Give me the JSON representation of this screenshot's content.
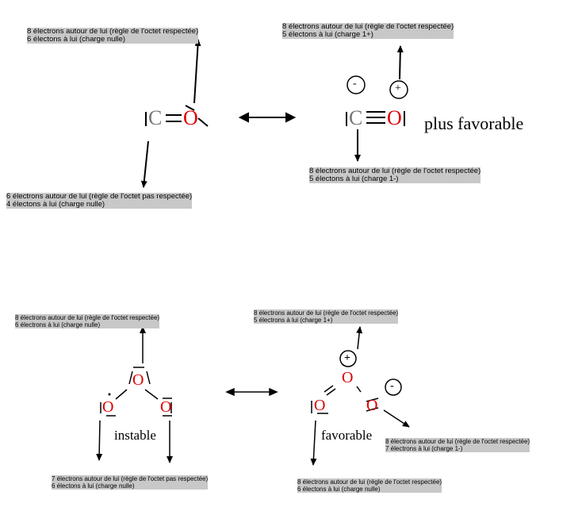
{
  "co_left": {
    "note_top": {
      "line1": "8 électrons autour de lui (règle de l'octet respectée)",
      "line2": "6 électons à lui (charge nulle)"
    },
    "note_bottom": {
      "line1": "6 électrons autour de lui (règle de l'octet pas respectée)",
      "line2": "4 électons à lui (charge nulle)"
    },
    "atom_c": "C",
    "atom_o": "O"
  },
  "co_right": {
    "note_top": {
      "line1": "8 électrons autour de lui (règle de l'octet respectée)",
      "line2": "5 électons à lui (charge 1+)"
    },
    "note_bottom": {
      "line1": "8 électrons autour de lui (règle de l'octet respectée)",
      "line2": "5 électons à lui (charge 1-)"
    },
    "atom_c": "C",
    "atom_o": "O",
    "charge_minus": "-",
    "charge_plus": "+",
    "label": "plus favorable"
  },
  "o3_left": {
    "note_top": {
      "line1": "8 électrons autour de lui (règle de l'octet respectée)",
      "line2": "6 électrons à lui (charge nulle)"
    },
    "note_bottom": {
      "line1": "7 électrons autour de lui (règle de l'octet pas respectée)",
      "line2": "6 électons à lui (charge nulle)"
    },
    "atom_center": "O",
    "atom_left": "O",
    "atom_right": "O",
    "label": "instable"
  },
  "o3_right": {
    "note_top": {
      "line1": "8 électrons autour de lui (règle de l'octet respectée)",
      "line2": "5 électrons à lui (charge 1+)"
    },
    "note_right": {
      "line1": "8 électrons autour de lui (règle de l'octet respectée)",
      "line2": "7 électrons à lui (charge 1-)"
    },
    "note_bottom": {
      "line1": "8 électrons autour de lui (règle de l'octet respectée)",
      "line2": "6 électons à lui (charge nulle)"
    },
    "atom_center": "O",
    "atom_left": "O",
    "atom_right": "O",
    "charge_plus": "+",
    "charge_minus": "-",
    "label": "favorable"
  },
  "colors": {
    "oxygen": "#e00000",
    "carbon": "#777777",
    "highlight": "#c8c8c8"
  }
}
